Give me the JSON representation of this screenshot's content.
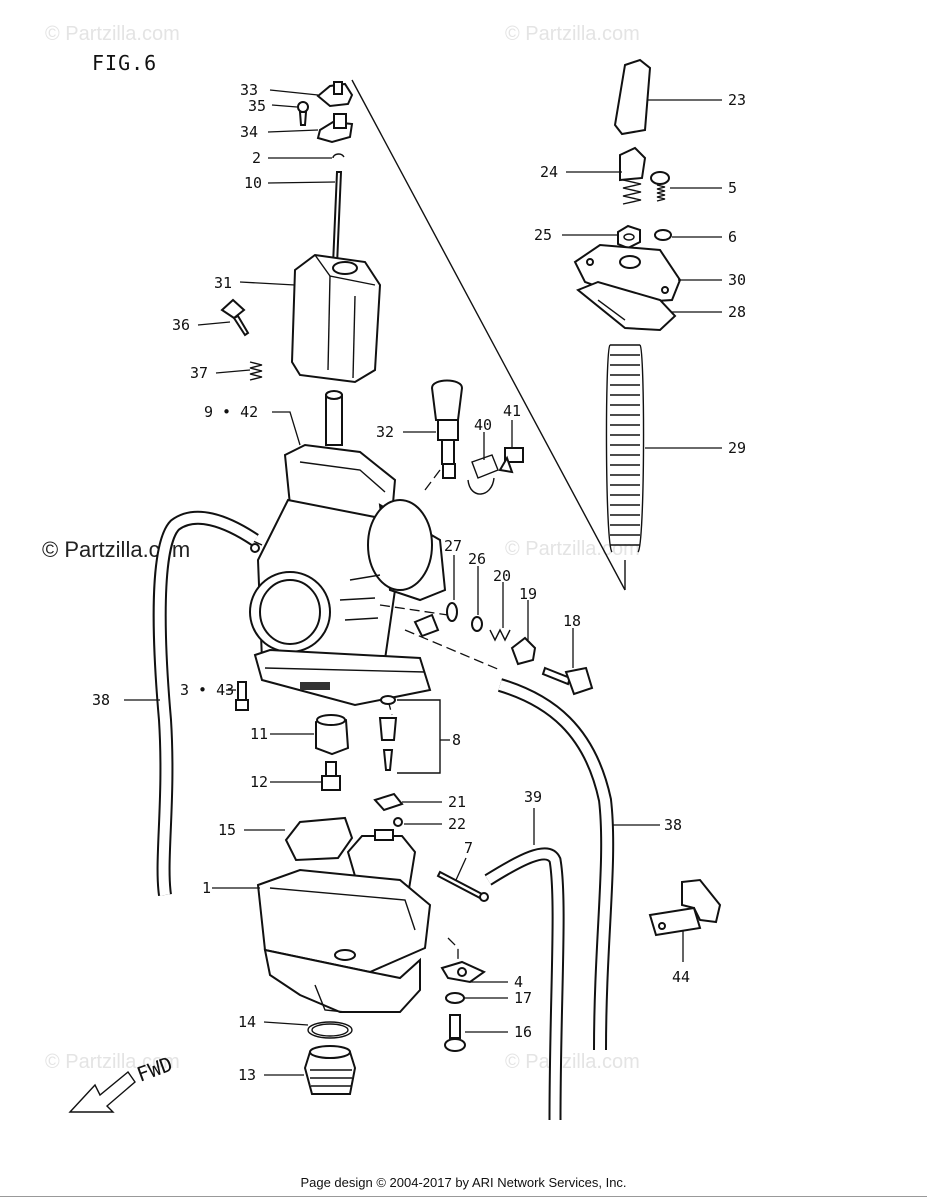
{
  "figure": {
    "title": "FIG.6"
  },
  "watermarks": {
    "faded": "© Partzilla.com",
    "prominent": "© Partzilla.com"
  },
  "direction": {
    "label": "FWD"
  },
  "callouts": {
    "c1": "1",
    "c2": "2",
    "c3_43": "3 • 43",
    "c4": "4",
    "c5": "5",
    "c6": "6",
    "c7": "7",
    "c8": "8",
    "c9_42": "9 • 42",
    "c10": "10",
    "c11": "11",
    "c12": "12",
    "c13": "13",
    "c14": "14",
    "c15": "15",
    "c16": "16",
    "c17": "17",
    "c18": "18",
    "c19": "19",
    "c20": "20",
    "c21": "21",
    "c22": "22",
    "c23": "23",
    "c24": "24",
    "c25": "25",
    "c26": "26",
    "c27": "27",
    "c28": "28",
    "c29": "29",
    "c30": "30",
    "c31": "31",
    "c32": "32",
    "c33": "33",
    "c34": "34",
    "c35": "35",
    "c36": "36",
    "c37": "37",
    "c38a": "38",
    "c38b": "38",
    "c39": "39",
    "c40": "40",
    "c41": "41",
    "c44": "44"
  },
  "footer": {
    "text": "Page design © 2004-2017 by ARI Network Services, Inc."
  }
}
